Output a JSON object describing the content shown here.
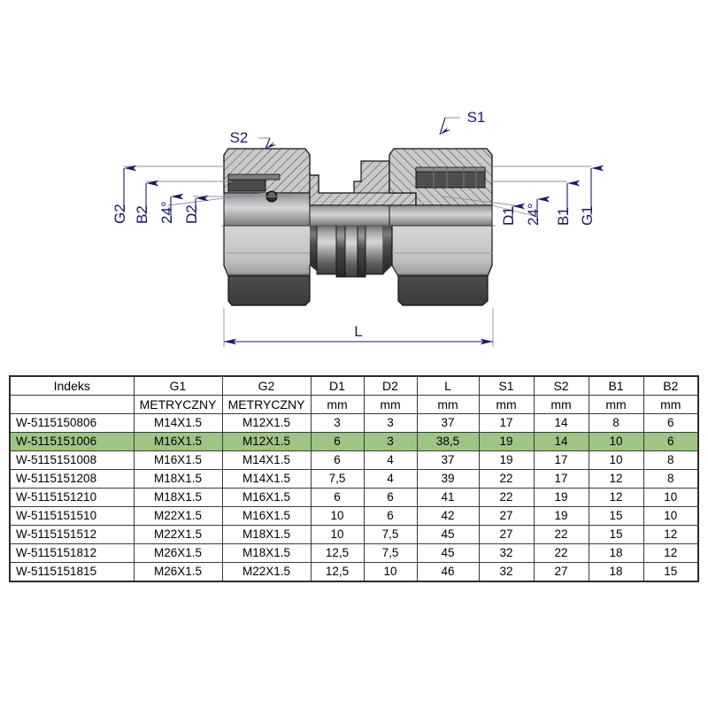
{
  "drawing": {
    "leader_labels": [
      {
        "name": "S2",
        "text": "S2"
      },
      {
        "name": "S1",
        "text": "S1"
      }
    ],
    "left_dimensions": [
      "G2",
      "B2",
      "24°",
      "D2"
    ],
    "right_dimensions": [
      "D1",
      "24°",
      "B1",
      "G1"
    ],
    "length_dimension": "L",
    "colors": {
      "dimension_line": "#8a8ea8",
      "dimension_text": "#1b1b64",
      "section_fill": "#c8c8c8",
      "hatch_line": "#2a2a2a",
      "body_dark": "#3a3a3a",
      "body_light": "#d2d2d2",
      "outline": "#111111"
    }
  },
  "table": {
    "headers": [
      "Indeks",
      "G1",
      "G2",
      "D1",
      "D2",
      "L",
      "S1",
      "S2",
      "B1",
      "B2"
    ],
    "units": [
      "",
      "METRYCZNY",
      "METRYCZNY",
      "mm",
      "mm",
      "mm",
      "mm",
      "mm",
      "mm",
      "mm"
    ],
    "highlight_color": "#9ec585",
    "highlighted_row_index": 1,
    "rows": [
      {
        "indeks": "W-5115150806",
        "g1": "M14X1.5",
        "g2": "M12X1.5",
        "d1": "3",
        "d2": "3",
        "l": "37",
        "s1": "17",
        "s2": "14",
        "b1": "8",
        "b2": "6",
        "highlight": false
      },
      {
        "indeks": "W-5115151006",
        "g1": "M16X1.5",
        "g2": "M12X1.5",
        "d1": "6",
        "d2": "3",
        "l": "38,5",
        "s1": "19",
        "s2": "14",
        "b1": "10",
        "b2": "6",
        "highlight": true
      },
      {
        "indeks": "W-5115151008",
        "g1": "M16X1.5",
        "g2": "M14X1.5",
        "d1": "6",
        "d2": "4",
        "l": "37",
        "s1": "19",
        "s2": "17",
        "b1": "10",
        "b2": "8",
        "highlight": false
      },
      {
        "indeks": "W-5115151208",
        "g1": "M18X1.5",
        "g2": "M14X1.5",
        "d1": "7,5",
        "d2": "4",
        "l": "39",
        "s1": "22",
        "s2": "17",
        "b1": "12",
        "b2": "8",
        "highlight": false
      },
      {
        "indeks": "W-5115151210",
        "g1": "M18X1.5",
        "g2": "M16X1.5",
        "d1": "6",
        "d2": "6",
        "l": "41",
        "s1": "22",
        "s2": "19",
        "b1": "12",
        "b2": "10",
        "highlight": false
      },
      {
        "indeks": "W-5115151510",
        "g1": "M22X1.5",
        "g2": "M16X1.5",
        "d1": "10",
        "d2": "6",
        "l": "42",
        "s1": "27",
        "s2": "19",
        "b1": "15",
        "b2": "10",
        "highlight": false
      },
      {
        "indeks": "W-5115151512",
        "g1": "M22X1.5",
        "g2": "M18X1.5",
        "d1": "10",
        "d2": "7,5",
        "l": "45",
        "s1": "27",
        "s2": "22",
        "b1": "15",
        "b2": "12",
        "highlight": false
      },
      {
        "indeks": "W-5115151812",
        "g1": "M26X1.5",
        "g2": "M18X1.5",
        "d1": "12,5",
        "d2": "7,5",
        "l": "45",
        "s1": "32",
        "s2": "22",
        "b1": "18",
        "b2": "12",
        "highlight": false
      },
      {
        "indeks": "W-5115151815",
        "g1": "M26X1.5",
        "g2": "M22X1.5",
        "d1": "12,5",
        "d2": "10",
        "l": "46",
        "s1": "32",
        "s2": "27",
        "b1": "18",
        "b2": "15",
        "highlight": false
      }
    ]
  }
}
